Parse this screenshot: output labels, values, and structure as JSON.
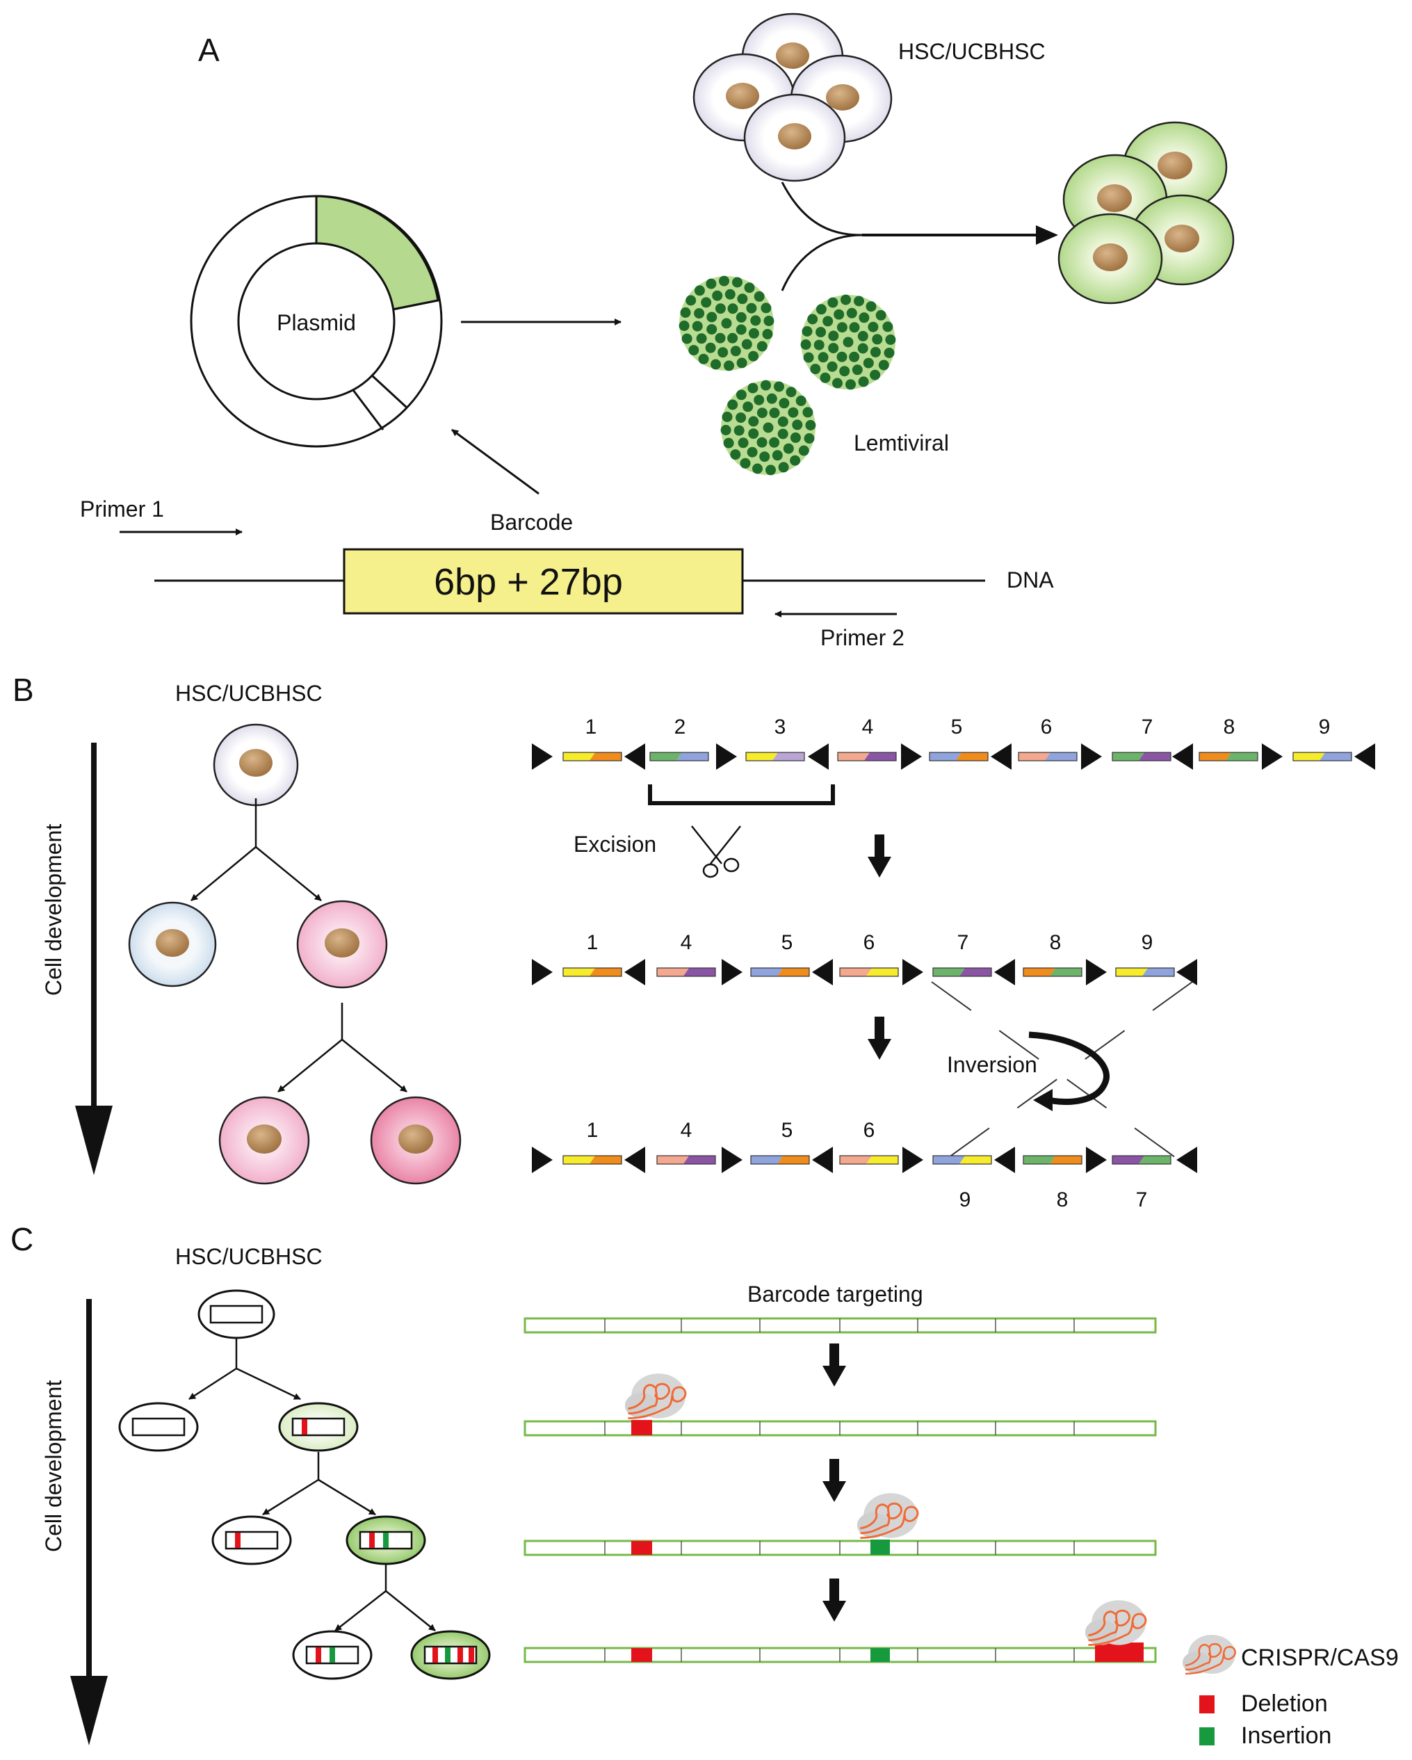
{
  "panel_a": {
    "letter": "A",
    "hsc_label": "HSC/UCBHSC",
    "plasmid_label": "Plasmid",
    "lentiviral_label": "Lemtiviral",
    "barcode_label": "Barcode",
    "primer1_label": "Primer 1",
    "primer2_label": "Primer 2",
    "dna_label": "DNA",
    "barcode_length": "6bp + 27bp"
  },
  "panel_b": {
    "letter": "B",
    "hsc_label": "HSC/UCBHSC",
    "axis_label": "Cell development",
    "excision_label": "Excision",
    "inversion_label": "Inversion",
    "row1_numbers": [
      "1",
      "2",
      "3",
      "4",
      "5",
      "6",
      "7",
      "8",
      "9"
    ],
    "row2_numbers": [
      "1",
      "4",
      "5",
      "6",
      "7",
      "8",
      "9"
    ],
    "row3_top_numbers": [
      "1",
      "4",
      "5",
      "6"
    ],
    "row3_bottom_numbers": [
      "9",
      "8",
      "7"
    ]
  },
  "panel_c": {
    "letter": "C",
    "hsc_label": "HSC/UCBHSC",
    "axis_label": "Cell development",
    "targeting_label": "Barcode targeting",
    "legend": {
      "crispr": "CRISPR/CAS9",
      "deletion": "Deletion",
      "insertion": "Insertion"
    }
  },
  "colors": {
    "green_fill": "#b5d98f",
    "virus_dot": "#1e6b2a",
    "barcode_yellow": "#f5ef8c",
    "deletion": "#e3131b",
    "insertion": "#179a3d",
    "barcode_outline": "#76b947",
    "crispr_orange": "#f06a35"
  }
}
